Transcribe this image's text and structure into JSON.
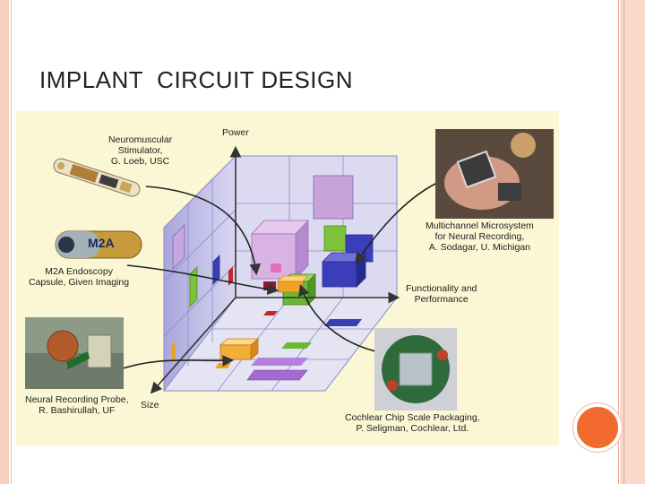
{
  "slide": {
    "title": "IMPLANT  CIRCUIT DESIGN"
  },
  "diagram": {
    "axes": {
      "power": "Power",
      "functionality": "Functionality and\nPerformance",
      "size": "Size"
    },
    "callouts": {
      "neuromuscular": "Neuromuscular\nStimulator,\nG. Loeb, USC",
      "m2a": "M2A Endoscopy\nCapsule, Given Imaging",
      "neural_probe": "Neural Recording Probe,\nR. Bashirullah, UF",
      "microsystem": "Multichannel Microsystem\nfor Neural Recording,\nA. Sodagar, U. Michigan",
      "cochlear": "Cochlear Chip Scale Packaging,\nP. Seligman, Cochlear, Ltd."
    },
    "capsule_logo": "M2A"
  },
  "colors": {
    "background": "#fbf6d3",
    "accent_circle": "#f26a2e",
    "border": "#f6cfc0",
    "grid_wall": "#c9c6ea",
    "cube_purple": "#d6a9dc",
    "cube_green": "#6ab82f",
    "cube_blue": "#3a3eb8",
    "cube_orange": "#f0a224"
  }
}
